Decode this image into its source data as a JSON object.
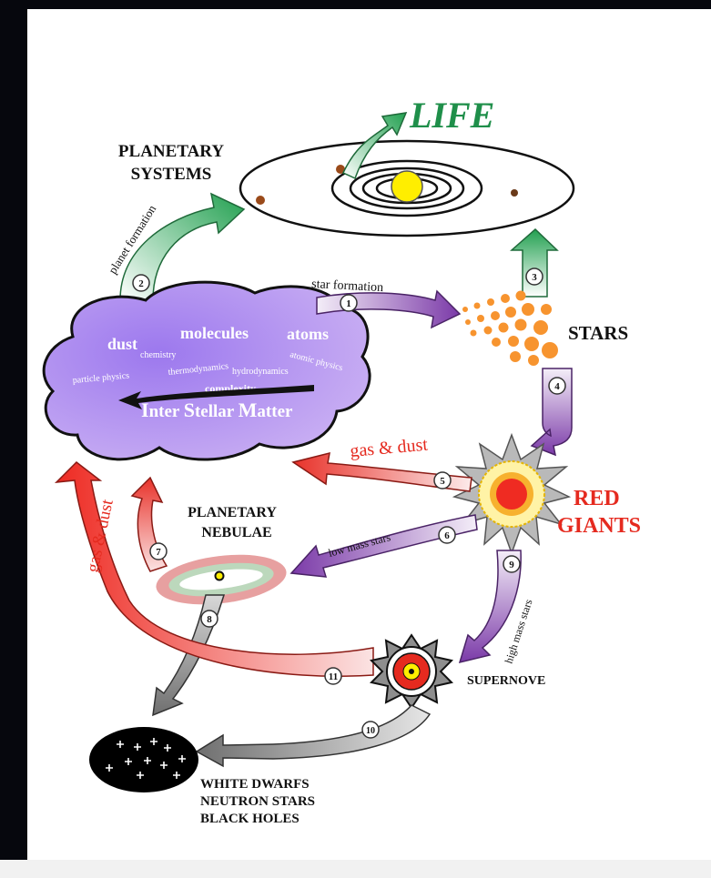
{
  "labels": {
    "life": "LIFE",
    "planetary_systems": [
      "PLANETARY",
      "SYSTEMS"
    ],
    "stars": "STARS",
    "red_giants": [
      "RED",
      "GIANTS"
    ],
    "planetary_nebulae": [
      "PLANETARY",
      "NEBULAE"
    ],
    "supernove": "SUPERNOVE",
    "remnants": [
      "WHITE DWARFS",
      "NEUTRON STARS",
      "BLACK HOLES"
    ]
  },
  "cloud": {
    "words": [
      "dust",
      "molecules",
      "atoms",
      "chemistry",
      "particle physics",
      "thermodynamics",
      "atomic physics",
      "hydrodynamics",
      "complexity"
    ],
    "title_parts": [
      "I",
      "nter ",
      "S",
      "tellar ",
      "M",
      "atter"
    ]
  },
  "arrows": {
    "planet_formation": "planet formation",
    "star_formation": "star formation",
    "gas_dust": "gas & dust",
    "gas_dust_left": "gas & dust",
    "low_mass_stars": "low mass stars",
    "high_mass_stars": "high mass stars"
  },
  "steps": [
    "1",
    "2",
    "3",
    "4",
    "5",
    "6",
    "7",
    "8",
    "9",
    "10",
    "11"
  ],
  "colors": {
    "life_green": "#1f8f4a",
    "red_label": "#e52a1f",
    "purple": "#7b3aa8",
    "cloud_fill": "#b48cf0",
    "sun_yellow": "#ffee00",
    "star_orange": "#f7942f",
    "page_bg": "#06070d"
  }
}
